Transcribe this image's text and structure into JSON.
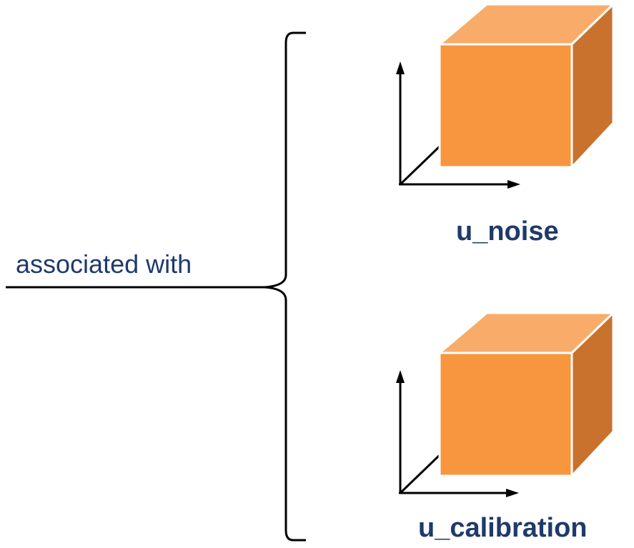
{
  "association": {
    "label": "associated with"
  },
  "items": [
    {
      "label": "u_noise"
    },
    {
      "label": "u_calibration"
    }
  ],
  "colors": {
    "cube_front": "#f7963f",
    "cube_top": "#f9ac69",
    "cube_side": "#c8722e",
    "cube_edge": "#ffffff",
    "text": "#1f3a6b",
    "line": "#000000"
  }
}
